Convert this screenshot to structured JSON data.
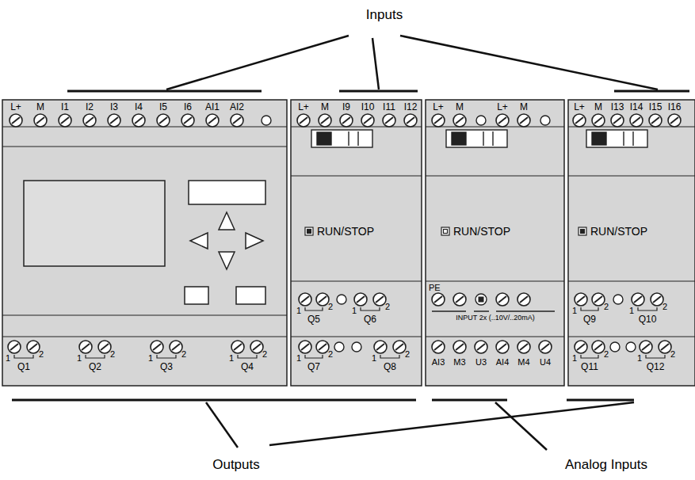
{
  "diagram": {
    "labels": [
      "Inputs",
      "Outputs",
      "Analog Inputs",
      "L+",
      "M",
      "I1",
      "I2",
      "I3",
      "I4",
      "I5",
      "I6",
      "AI1",
      "AI2",
      "L+",
      "M",
      "I9",
      "I10",
      "I11",
      "I12",
      "L+",
      "M",
      "L+",
      "M",
      "L+",
      "M",
      "I13",
      "I14",
      "I15",
      "I16",
      "RUN/STOP",
      "RUN/STOP",
      "RUN/STOP",
      "1",
      "2",
      "Q1",
      "1",
      "2",
      "Q2",
      "1",
      "2",
      "Q3",
      "1",
      "2",
      "Q4",
      "1",
      "2",
      "Q5",
      "1",
      "2",
      "Q6",
      "1",
      "2",
      "Q7",
      "1",
      "2",
      "Q8",
      "PE",
      "INPUT 2x (..10V/..20mA)",
      "AI3",
      "M3",
      "U3",
      "AI4",
      "M4",
      "U4",
      "1",
      "2",
      "Q9",
      "1",
      "2",
      "Q10",
      "1",
      "2",
      "Q11",
      "1",
      "2",
      "Q12"
    ]
  }
}
